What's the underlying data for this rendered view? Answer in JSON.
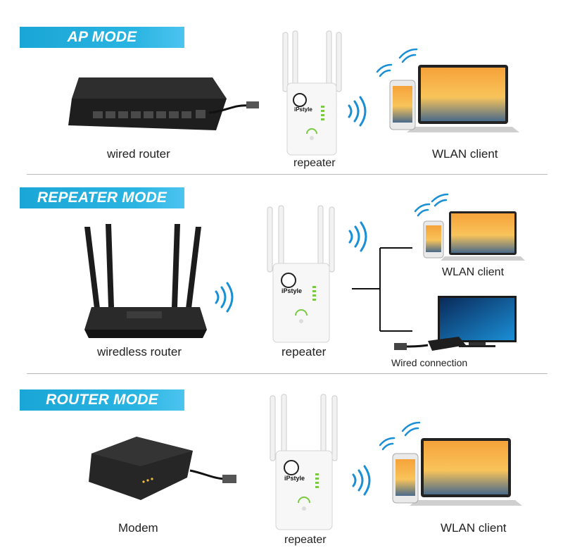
{
  "sections": [
    {
      "title": "AP MODE",
      "labels": {
        "source": "wired router",
        "repeater": "repeater",
        "client": "WLAN client"
      }
    },
    {
      "title": "REPEATER MODE",
      "labels": {
        "source": "wiredless router",
        "repeater": "repeater",
        "client": "WLAN client",
        "wired": "Wired connection"
      }
    },
    {
      "title": "ROUTER MODE",
      "labels": {
        "source": "Modem",
        "repeater": "repeater",
        "client": "WLAN client"
      }
    }
  ],
  "device_brand": "iPstyle",
  "colors": {
    "banner": "#1aa6d6",
    "wifi": "#1a8fd6",
    "led": "#7ac943"
  }
}
